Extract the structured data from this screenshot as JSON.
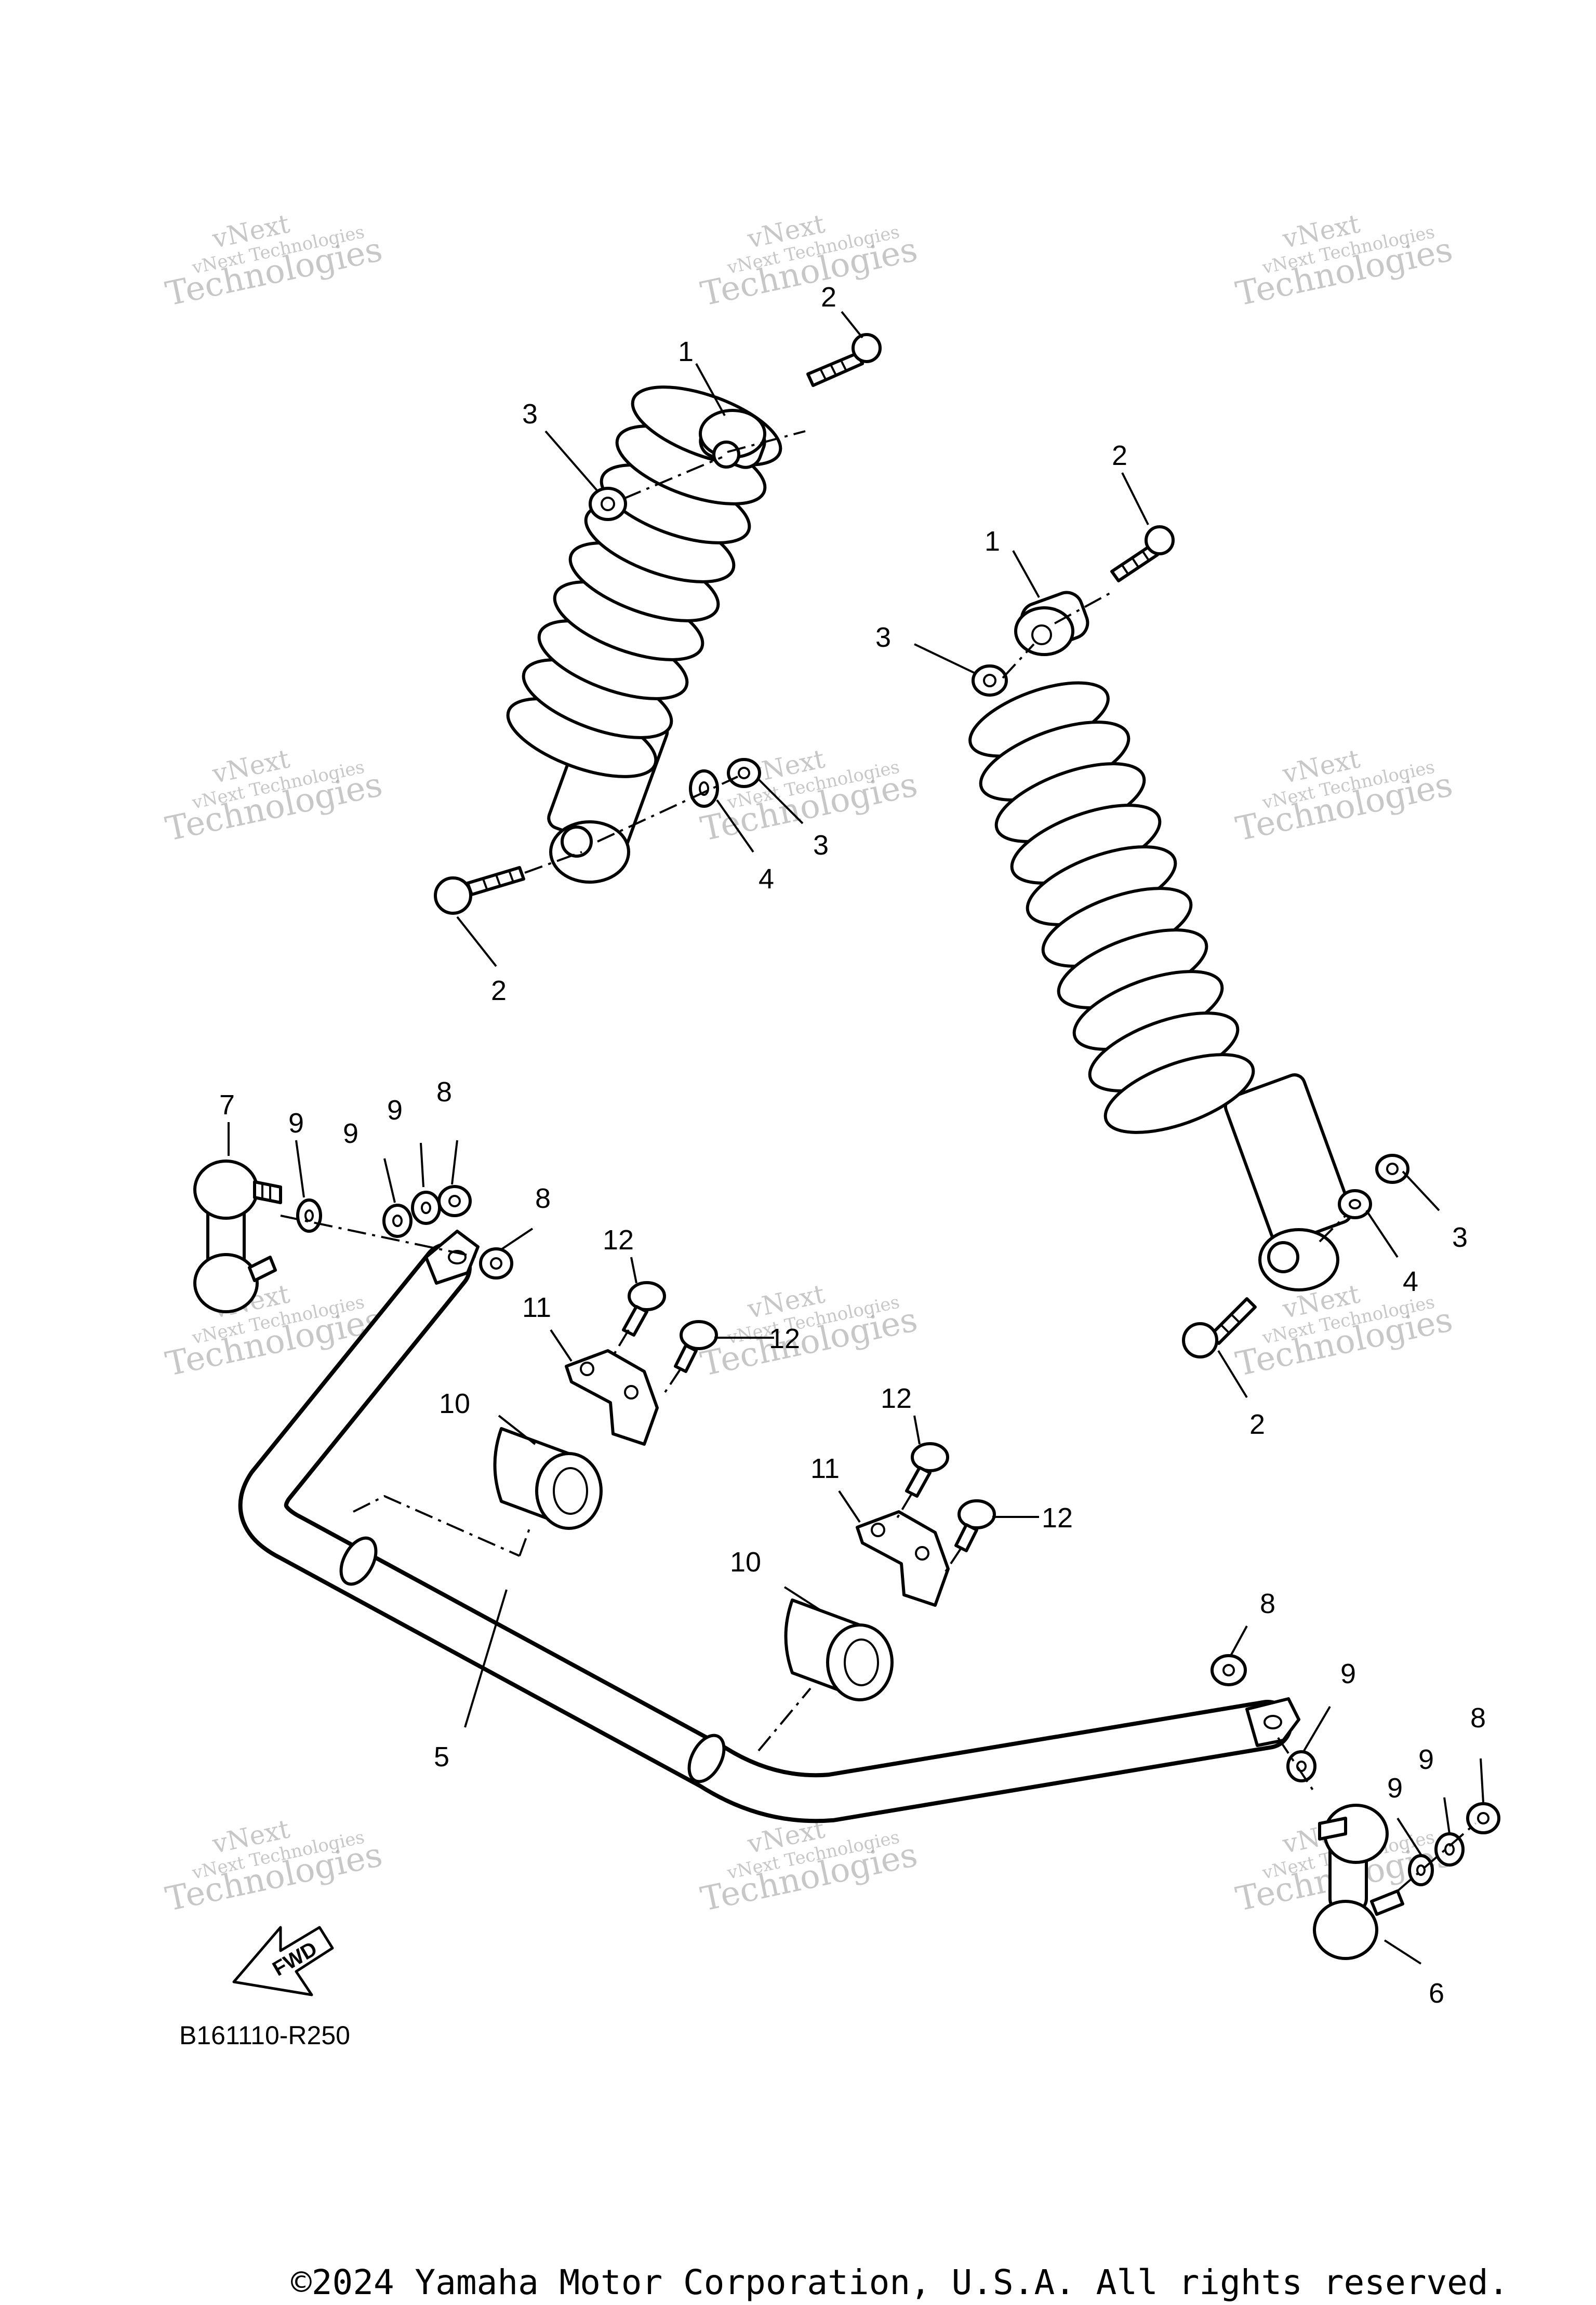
{
  "callouts": {
    "shock_left_1": "1",
    "shock_left_2a": "2",
    "shock_left_2b": "2",
    "shock_left_3a": "3",
    "shock_left_3b": "3",
    "shock_left_4": "4",
    "shock_right_1": "1",
    "shock_right_2a": "2",
    "shock_right_2b": "2",
    "shock_right_3a": "3",
    "shock_right_3b": "3",
    "shock_right_4": "4",
    "stabilizer_5": "5",
    "link_6": "6",
    "link_7": "7",
    "nut_8a": "8",
    "nut_8b": "8",
    "nut_8c": "8",
    "nut_8d": "8",
    "washer_9a": "9",
    "washer_9b": "9",
    "washer_9c": "9",
    "washer_9d": "9",
    "washer_9e": "9",
    "washer_9f": "9",
    "bushing_10a": "10",
    "bushing_10b": "10",
    "bracket_11a": "11",
    "bracket_11b": "11",
    "bolt_12a": "12",
    "bolt_12b": "12",
    "bolt_12c": "12",
    "bolt_12d": "12"
  },
  "fwd_label": "FWD",
  "diagram_code": "B161110-R250",
  "copyright": "©2024 Yamaha Motor Corporation, U.S.A. All rights reserved.",
  "watermark": {
    "line1": "vNext",
    "line2": "vNext Technologies",
    "line3": "Technologies"
  }
}
